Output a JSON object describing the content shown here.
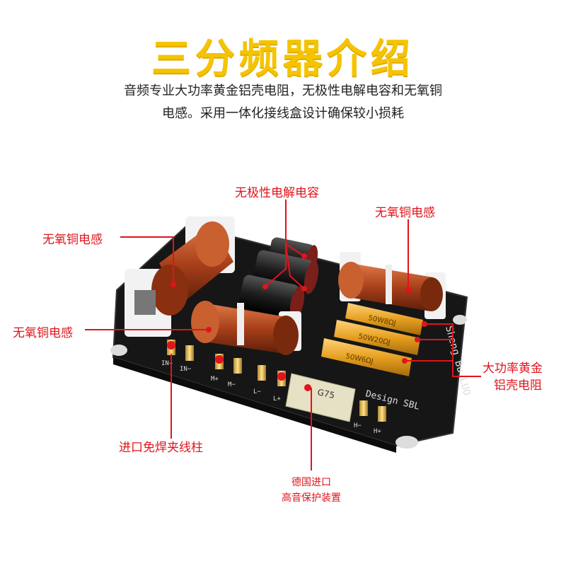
{
  "header": {
    "title": "三分频器介绍",
    "line1": "音频专业大功率黄金铝壳电阻，无极性电解电容和无氧铜",
    "line2": "电感。采用一体化接线盒设计确保较小损耗"
  },
  "callouts": {
    "capacitor": "无极性电解电容",
    "inductor_top_left": "无氧铜电感",
    "inductor_top_right": "无氧铜电感",
    "inductor_mid_left": "无氧铜电感",
    "resistor_line1": "大功率黄金",
    "resistor_line2": "铝壳电阻",
    "terminal": "进口免焊夹线柱",
    "protector_line1": "德国进口",
    "protector_line2": "高音保护装置"
  },
  "board": {
    "brand_1": "Sheng Bu LUO",
    "brand_2": "Design SBL",
    "terminals": [
      "IN+",
      "IN−",
      "M+",
      "M−",
      "L−",
      "L+",
      "H−",
      "H+"
    ],
    "protector_text": "G75",
    "resistor_texts": [
      "50W8ΩJ",
      "50W20ΩJ",
      "50W6ΩJ"
    ]
  },
  "colors": {
    "title": "#f5c400",
    "callout": "#e0141c",
    "board": "#1a1a1a",
    "copper": "#b5451b",
    "gold": "#e8a21c"
  }
}
